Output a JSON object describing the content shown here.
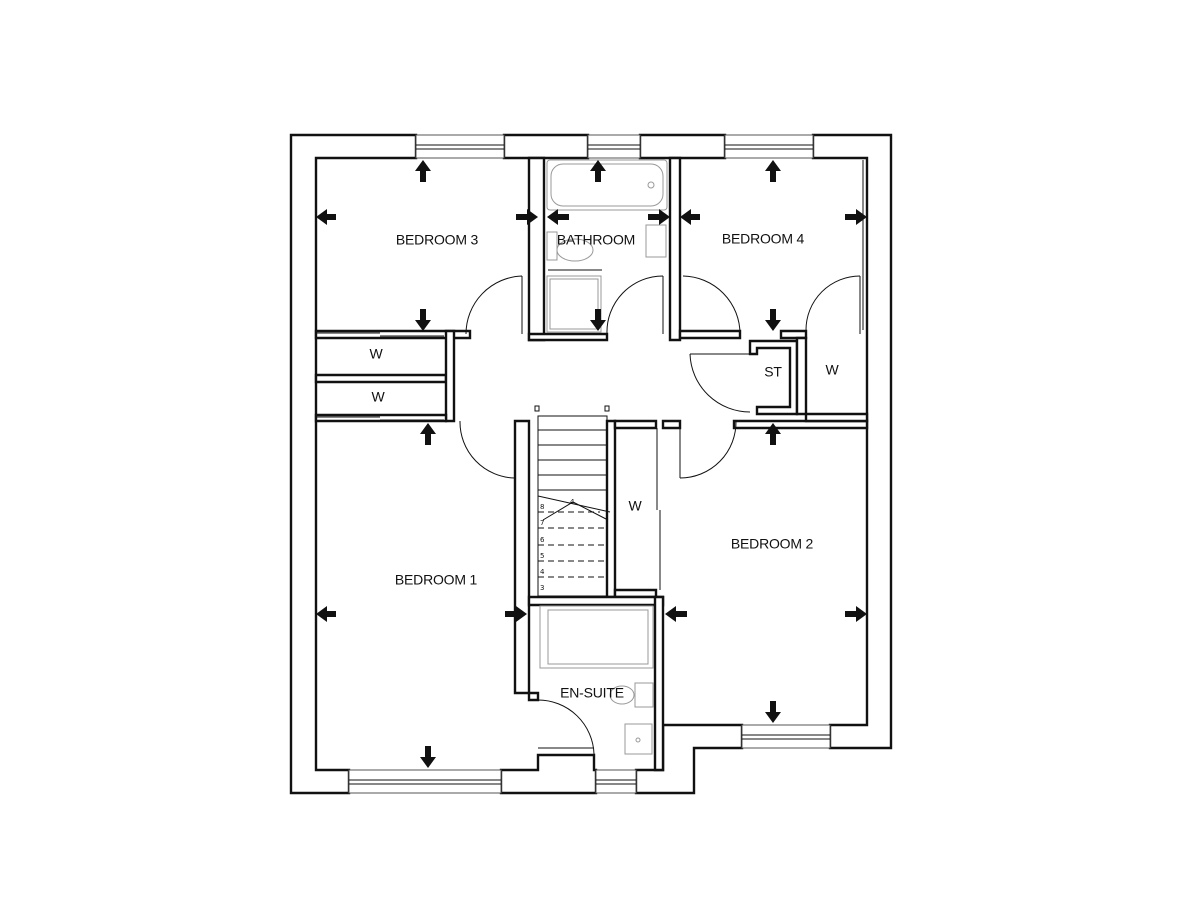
{
  "rooms": {
    "bedroom_3": "BEDROOM 3",
    "bathroom": "BATHROOM",
    "bedroom_4": "BEDROOM 4",
    "bedroom_1": "BEDROOM 1",
    "bedroom_2": "BEDROOM 2",
    "en_suite": "EN-SUITE",
    "store": "ST"
  },
  "wardrobes": {
    "bedroom_3": "W",
    "bedroom_1": "W",
    "bedroom_4": "W",
    "bedroom_2": "W"
  },
  "stairs": {
    "numbers": [
      "8",
      "7",
      "6",
      "5",
      "4",
      "3"
    ],
    "arrow_number": "4"
  }
}
